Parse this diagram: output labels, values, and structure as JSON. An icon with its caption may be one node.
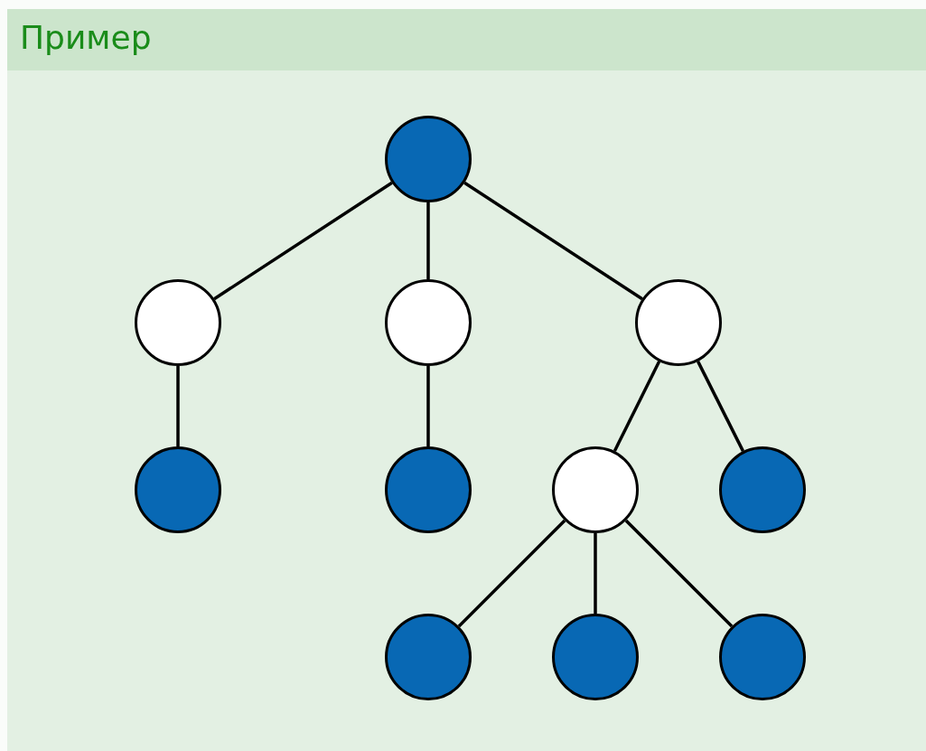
{
  "diagram": {
    "title": "Пример",
    "nodes": [
      {
        "text": [],
        "shape": "disc"
      },
      {
        "text": [],
        "shape": "circle"
      },
      {
        "text": [],
        "shape": "circle"
      },
      {
        "text": [],
        "shape": "circle"
      },
      {
        "text": [],
        "shape": "disc"
      },
      {
        "text": [],
        "shape": "disc"
      },
      {
        "text": [],
        "shape": "circle"
      },
      {
        "text": [],
        "shape": "disc"
      },
      {
        "text": [],
        "shape": "disc"
      },
      {
        "text": [],
        "shape": "disc"
      },
      {
        "text": [],
        "shape": "disc"
      }
    ],
    "edges": [
      {
        "from": 0,
        "to": 1,
        "arrow": "none"
      },
      {
        "from": 0,
        "to": 2,
        "arrow": "none"
      },
      {
        "from": 0,
        "to": 3,
        "arrow": "none"
      },
      {
        "from": 1,
        "to": 4,
        "arrow": "none"
      },
      {
        "from": 2,
        "to": 5,
        "arrow": "none"
      },
      {
        "from": 3,
        "to": 6,
        "arrow": "none"
      },
      {
        "from": 3,
        "to": 7,
        "arrow": "none"
      },
      {
        "from": 6,
        "to": 8,
        "arrow": "none"
      },
      {
        "from": 6,
        "to": 9,
        "arrow": "none"
      },
      {
        "from": 6,
        "to": 10,
        "arrow": "none"
      }
    ]
  }
}
